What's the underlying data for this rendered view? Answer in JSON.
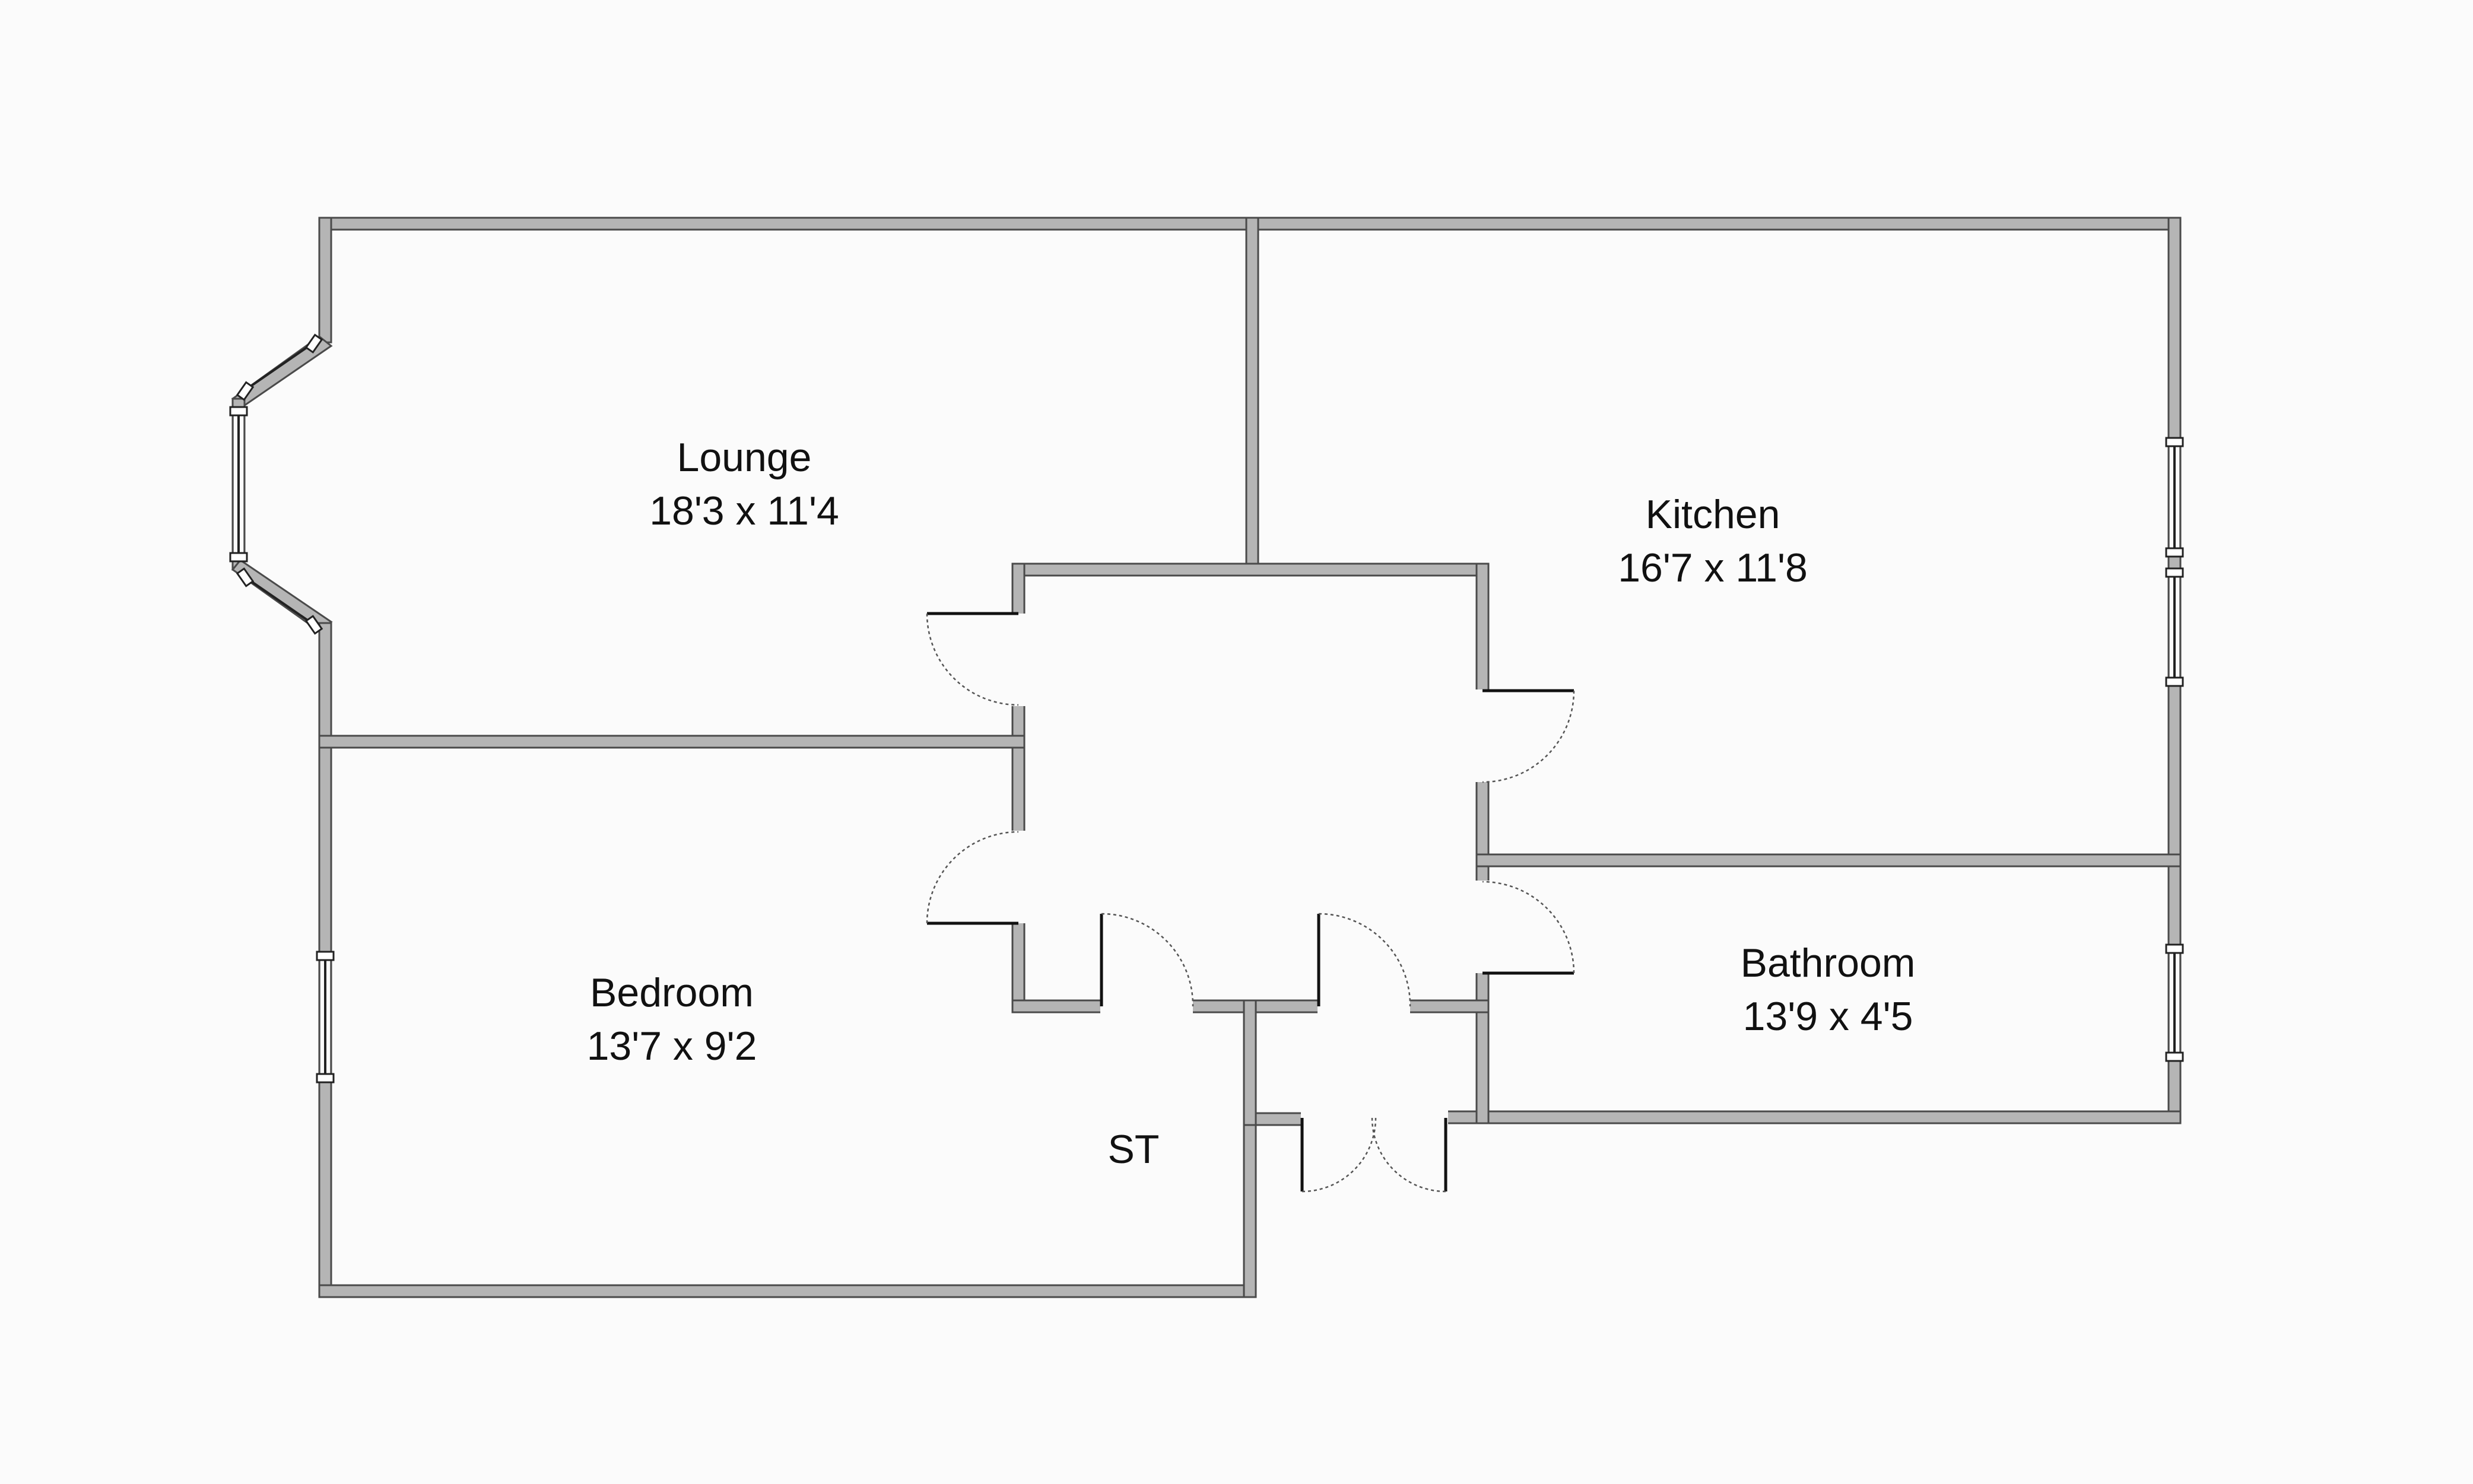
{
  "rooms": {
    "lounge": {
      "name": "Lounge",
      "size": "18'3 x 11'4"
    },
    "kitchen": {
      "name": "Kitchen",
      "size": "16'7 x 11'8"
    },
    "bedroom": {
      "name": "Bedroom",
      "size": "13'7 x 9'2"
    },
    "bathroom": {
      "name": "Bathroom",
      "size": "13'9 x 4'5"
    },
    "storage": {
      "name": "ST"
    }
  },
  "colors": {
    "wall_fill": "#b5b5b5",
    "wall_outline": "#4a4a4a",
    "background": "#fbfbfb"
  }
}
